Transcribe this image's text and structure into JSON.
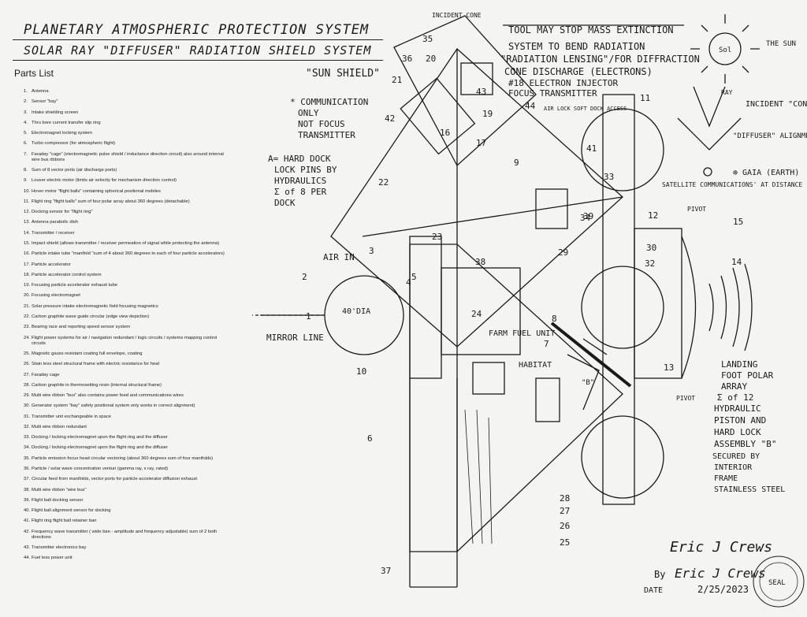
{
  "titles": {
    "line1": "PLANETARY ATMOSPHERIC PROTECTION SYSTEM",
    "line2": "SOLAR RAY \"DIFFUSER\" RADIATION SHIELD SYSTEM",
    "sun_shield": "\"SUN SHIELD\""
  },
  "parts_list": {
    "heading": "Parts List",
    "items": [
      {
        "n": "1.",
        "t": "Antenna"
      },
      {
        "n": "2.",
        "t": "Sensor \"bay\""
      },
      {
        "n": "3.",
        "t": "Intake shielding screen"
      },
      {
        "n": "4.",
        "t": "Thru bore current transfer slip ring"
      },
      {
        "n": "5.",
        "t": "Electromagnet locking system"
      },
      {
        "n": "6.",
        "t": "Turbo compressor (for atmospheric flight)"
      },
      {
        "n": "7.",
        "t": "Faraday \"cage\" (electromagnetic pulse shield / inductance direction circuit) also around internal wire bus ribbons"
      },
      {
        "n": "8.",
        "t": "Sum of 8 vector ports (air discharge ports)"
      },
      {
        "n": "9.",
        "t": "Louver electric motor (limits air velocity for mechanism direction control)"
      },
      {
        "n": "10.",
        "t": "Hover motor \"flight balls\" containing spherical positional mobiles"
      },
      {
        "n": "11.",
        "t": "Flight ring \"flight balls\" sum of four polar array about 360 degrees (detachable)"
      },
      {
        "n": "12.",
        "t": "Docking sensor for \"flight ring\""
      },
      {
        "n": "13.",
        "t": "Antenna parabolic dish"
      },
      {
        "n": "14.",
        "t": "Transmitter / receiver"
      },
      {
        "n": "15.",
        "t": "Impact shield (allows transmitter / receiver permeation of signal while protecting the antenna)"
      },
      {
        "n": "16.",
        "t": "Particle intake tube \"manifold \"sum of 4 about 360 degrees to each of four particle accelerators)"
      },
      {
        "n": "17.",
        "t": "Particle accelerator"
      },
      {
        "n": "18.",
        "t": "Particle accelerator control system"
      },
      {
        "n": "19.",
        "t": "Focusing particle accelerator exhaust tube"
      },
      {
        "n": "20.",
        "t": "Focusing electromagnet"
      },
      {
        "n": "21.",
        "t": "Solar pressure intake electromagnetic field focusing magnetics"
      },
      {
        "n": "22.",
        "t": "Carbon graphite wave guide circular (edge view depiction)"
      },
      {
        "n": "23.",
        "t": "Bearing race and reporting speed sensor system"
      },
      {
        "n": "24.",
        "t": "Flight power systems for air / navigation redundant / logic circuits / systems mapping control circuits"
      },
      {
        "n": "25.",
        "t": "Magnetic gauss resistant coating full envelope, coating"
      },
      {
        "n": "26.",
        "t": "Stain less steel structural frame with electric resistance for heat"
      },
      {
        "n": "27.",
        "t": "Faraday cage"
      },
      {
        "n": "28.",
        "t": "Carbon graphite in thermosetting resin (internal structural frame)"
      },
      {
        "n": "29.",
        "t": "Multi wire ribbon \"bus\" also contains power feed and communications wires"
      },
      {
        "n": "30.",
        "t": "Generator system \"bay\" safety positional system only works in correct alignment)"
      },
      {
        "n": "31.",
        "t": "Transmitter unit exchangeable in space"
      },
      {
        "n": "32.",
        "t": "Multi wire ribbon redundant"
      },
      {
        "n": "33.",
        "t": "Docking / locking electromagnet upon the flight ring and the diffuser"
      },
      {
        "n": "34.",
        "t": "Docking / locking electromagnet upon the flight ring and the diffuser"
      },
      {
        "n": "35.",
        "t": "Particle emission focus head circular vectoring (about 360 degrees sum of four manifolds)"
      },
      {
        "n": "36.",
        "t": "Particle / solar wave concentration venturi (gamma ray, x ray, rated)"
      },
      {
        "n": "37.",
        "t": "Circular feed from manifolds, vector ports for particle accelerator diffusion exhaust"
      },
      {
        "n": "38.",
        "t": "Multi wire ribbon \"wire bus\""
      },
      {
        "n": "39.",
        "t": "Flight ball docking sensor"
      },
      {
        "n": "40.",
        "t": "Flight ball alignment sensor for docking"
      },
      {
        "n": "41.",
        "t": "Flight ring flight ball retainer ban"
      },
      {
        "n": "42.",
        "t": "Frequency wave transmitter ( wide ban - amplitude and frequency adjustable) sum of 2 both directions"
      },
      {
        "n": "43.",
        "t": "Transmitter electronics bay"
      },
      {
        "n": "44.",
        "t": "Fuel less power unit"
      }
    ]
  },
  "annotations": {
    "tool": "TOOL MAY STOP MASS EXTINCTION",
    "bend1": "SYSTEM TO BEND RADIATION",
    "bend2": "\"RADIATION LENSING\"/FOR DIFFRACTION",
    "bend3": "CONE DISCHARGE (ELECTRONS)",
    "injector1": "#18 ELECTRON INJECTOR",
    "injector2": "FOCUS TRANSMITTER",
    "incident_cone_top": "INCIDENT CONE",
    "airlock": "AIR LOCK SOFT DOCK ACCESS",
    "comm1": "* COMMUNICATION",
    "comm2": "ONLY",
    "comm3": "NOT FOCUS",
    "comm4": "TRANSMITTER",
    "hard1": "A= HARD DOCK",
    "hard2": "LOCK PINS BY",
    "hard3": "HYDRAULICS",
    "hard4": "Σ of 8 PER",
    "hard5": "DOCK",
    "air_in": "AIR IN",
    "mirror": "MIRROR LINE",
    "dia": "40'DIA",
    "farm": "FARM FUEL UNIT",
    "habitat": "HABITAT",
    "sol": "Sol",
    "the_sun": "THE SUN",
    "ray": "RAY",
    "incident_cone": "INCIDENT \"CONE\"",
    "diffuser_align": "\"DIFFUSER\" ALIGNMENT",
    "gaia": "⊕ GAIA (EARTH)",
    "satellite": "SATELLITE COMMUNICATIONS' AT DISTANCE",
    "pivot": "PIVOT",
    "landing1": "LANDING",
    "landing2": "FOOT POLAR",
    "landing3": "ARRAY",
    "landing4": "Σ of 12",
    "landing5": "HYDRAULIC",
    "landing6": "PISTON AND",
    "landing7": "HARD LOCK",
    "landing8": "ASSEMBLY \"B\"",
    "landing9": "SECURED BY",
    "landing10": "INTERIOR",
    "landing11": "FRAME",
    "landing12": "STAINLESS STEEL",
    "date_label": "DATE",
    "date": "2/25/2023",
    "b_label": "\"B\"",
    "by": "By"
  },
  "callouts": [
    "1",
    "2",
    "3",
    "4",
    "5",
    "6",
    "7",
    "8",
    "9",
    "10",
    "11",
    "12",
    "13",
    "14",
    "15",
    "16",
    "17",
    "19",
    "20",
    "21",
    "22",
    "23",
    "24",
    "25",
    "26",
    "27",
    "28",
    "29",
    "30",
    "32",
    "33",
    "34",
    "35",
    "36",
    "37",
    "38",
    "39",
    "41",
    "42",
    "43",
    "44"
  ],
  "signature_text": "Eric J Crews",
  "seal_text": "SEAL"
}
